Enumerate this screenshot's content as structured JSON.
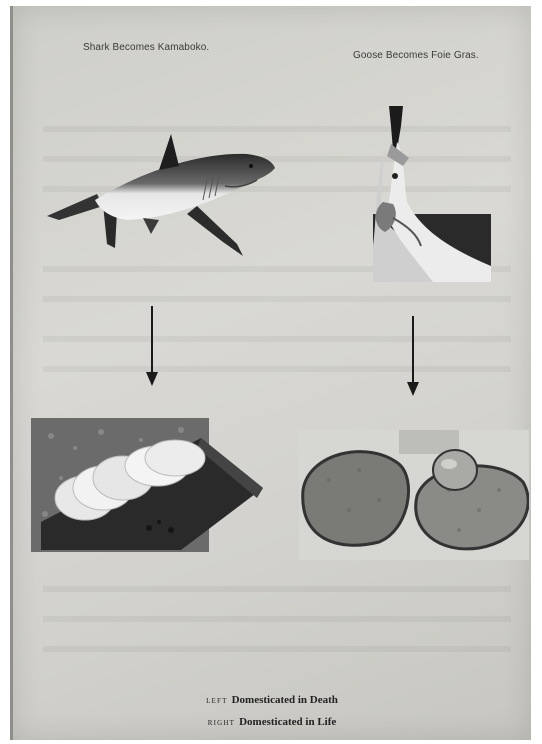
{
  "captions": {
    "left": "Shark Becomes Kamaboko.",
    "right": "Goose Becomes Foie Gras."
  },
  "footer": {
    "left_tag": "LEFT",
    "left_text": "Domesticated in Death",
    "right_tag": "RIGHT",
    "right_text": "Domesticated in Life"
  },
  "figures": {
    "shark": "shark-photo",
    "goose": "force-fed-goose-photo",
    "kamaboko": "sliced-kamaboko-photo",
    "foie_gras": "foie-gras-toast-photo"
  }
}
